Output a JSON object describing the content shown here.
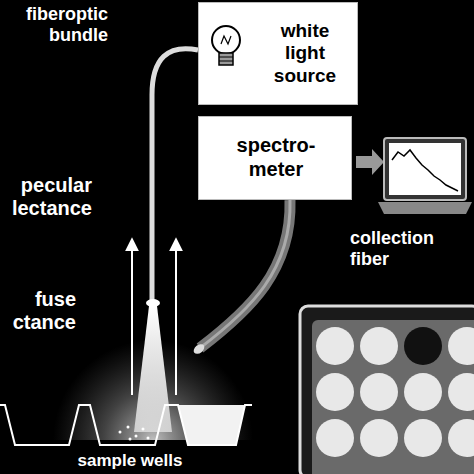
{
  "diagram": {
    "nodes": [
      {
        "text": [
          "white light source"
        ]
      },
      {
        "text": [
          "spectro- meter"
        ]
      }
    ],
    "labels": [
      "fiberoptic bundle",
      "pecular lectance",
      "fuse ctance",
      "collection fiber",
      "sample wells"
    ]
  }
}
